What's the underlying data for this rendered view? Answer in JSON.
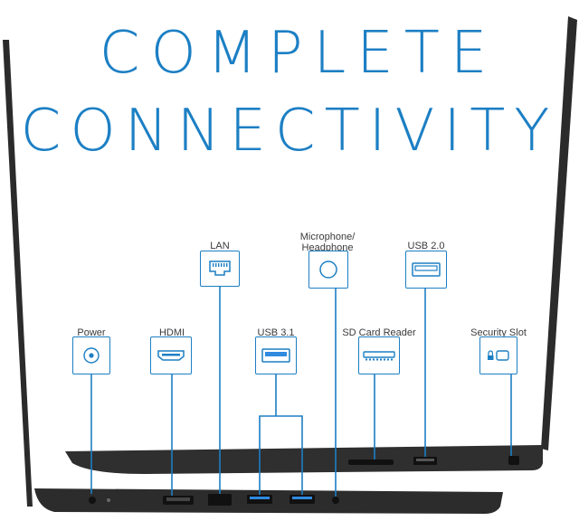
{
  "headline": {
    "line1": "COMPLETE",
    "line2": "CONNECTIVITY"
  },
  "ports": {
    "power": {
      "label": "Power",
      "icon": "power-port-icon"
    },
    "hdmi": {
      "label": "HDMI",
      "icon": "hdmi-port-icon"
    },
    "lan": {
      "label": "LAN",
      "icon": "ethernet-port-icon"
    },
    "usb31": {
      "label": "USB 3.1",
      "icon": "usb-3-port-icon"
    },
    "audio": {
      "label_line1": "Microphone/",
      "label_line2": "Headphone",
      "icon": "headphone-jack-icon"
    },
    "sd": {
      "label": "SD Card Reader",
      "icon": "sd-card-slot-icon"
    },
    "usb20": {
      "label": "USB 2.0",
      "icon": "usb-2-port-icon"
    },
    "security": {
      "label": "Security Slot",
      "icon": "security-lock-icon"
    }
  },
  "colors": {
    "accent": "#1c7fc4",
    "laptop_body": "#2a2a2a",
    "usb3_fill": "#2f8ae0"
  }
}
